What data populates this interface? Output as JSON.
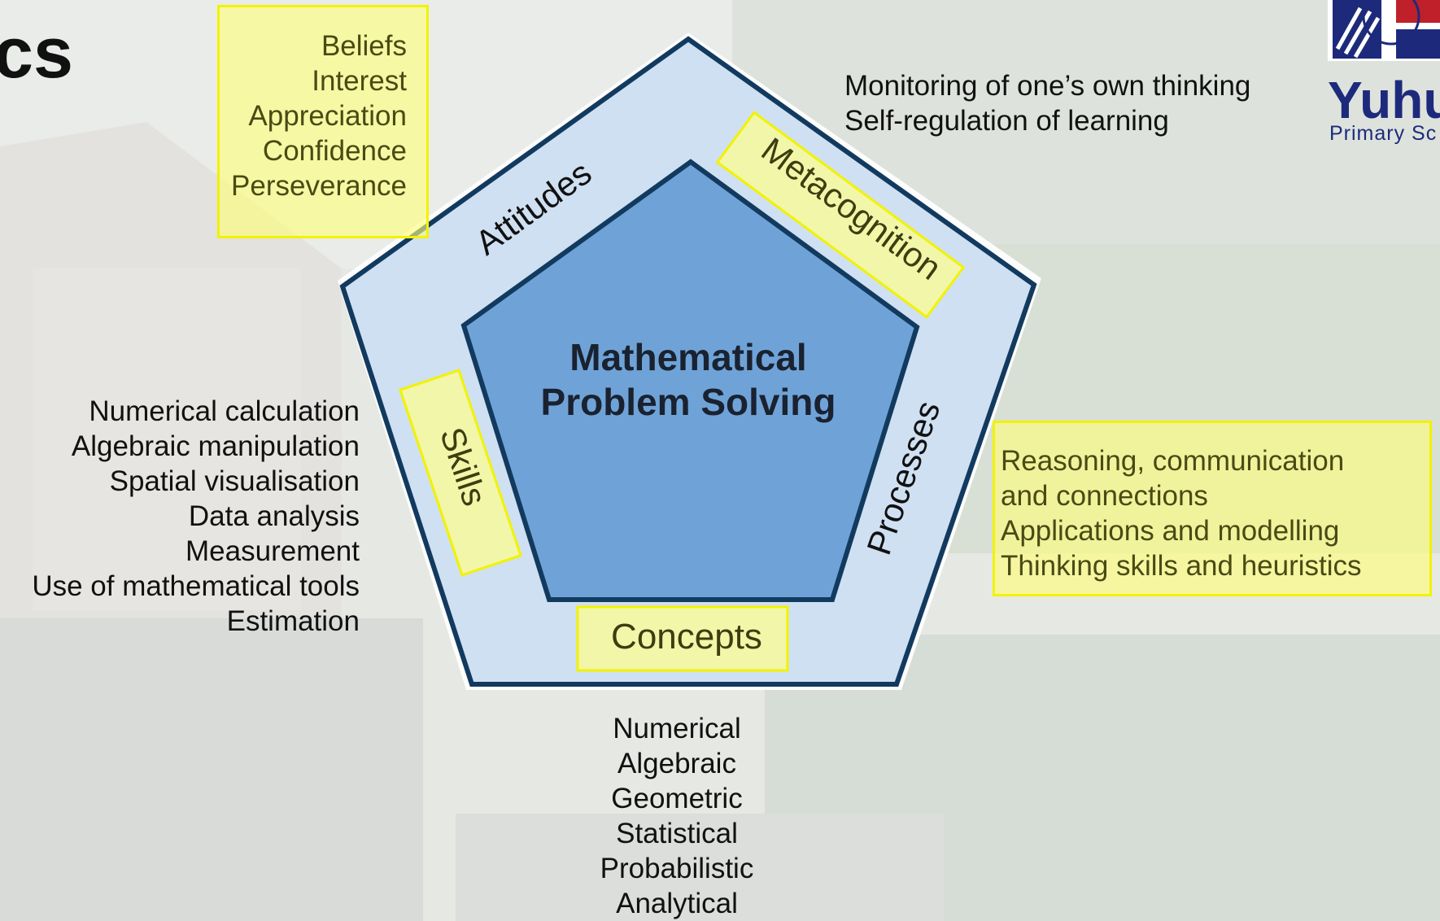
{
  "slide": {
    "title_fragment": "cs",
    "logo": {
      "name": "Yuhu",
      "subtitle": "Primary Sc"
    }
  },
  "framework": {
    "center_label": [
      "Mathematical",
      "Problem Solving"
    ],
    "sides": {
      "attitudes": "Attitudes",
      "metacognition": "Metacognition",
      "processes": "Processes",
      "concepts": "Concepts",
      "skills": "Skills"
    },
    "attitudes_items": [
      "Beliefs",
      "Interest",
      "Appreciation",
      "Confidence",
      "Perseverance"
    ],
    "metacognition_items": [
      "Monitoring of one’s own thinking",
      "Self-regulation of learning"
    ],
    "processes_items": [
      "Reasoning, communication",
      "and connections",
      "Applications and modelling",
      "Thinking skills and heuristics"
    ],
    "skills_items": [
      "Numerical calculation",
      "Algebraic manipulation",
      "Spatial visualisation",
      "Data analysis",
      "Measurement",
      "Use of mathematical tools",
      "Estimation"
    ],
    "concepts_items": [
      "Numerical",
      "Algebraic",
      "Geometric",
      "Statistical",
      "Probabilistic",
      "Analytical"
    ]
  },
  "colors": {
    "outer_pentagon": "#cfe0f2",
    "inner_pentagon": "#6fa3d8",
    "outline": "#123a5f",
    "highlight": "#ffff78",
    "logo_blue": "#1d2a7c",
    "logo_red": "#c0202a"
  }
}
